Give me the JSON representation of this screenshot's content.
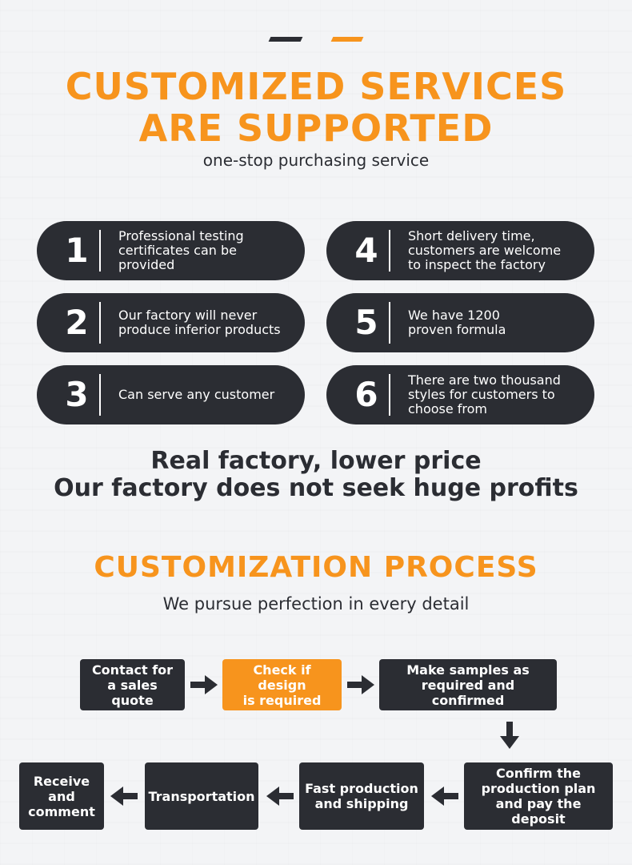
{
  "header": {
    "title_line1": "CUSTOMIZED SERVICES",
    "title_line2": "ARE SUPPORTED",
    "subtitle": "one-stop purchasing service"
  },
  "features": [
    {
      "number": "1",
      "lines": [
        "Professional testing",
        "certificates can be",
        "provided"
      ]
    },
    {
      "number": "2",
      "lines": [
        "Our factory will never",
        "produce inferior products"
      ]
    },
    {
      "number": "3",
      "lines": [
        "Can serve any customer"
      ]
    },
    {
      "number": "4",
      "lines": [
        "Short delivery time,",
        "customers are welcome",
        "to inspect the factory"
      ]
    },
    {
      "number": "5",
      "lines": [
        "We have 1200",
        "proven formula"
      ]
    },
    {
      "number": "6",
      "lines": [
        "There are two thousand",
        "styles for customers to",
        "choose from"
      ]
    }
  ],
  "tagline": {
    "line1": "Real factory, lower price",
    "line2": "Our factory does not seek huge profits"
  },
  "process": {
    "title": "CUSTOMIZATION PROCESS",
    "subtitle": "We pursue perfection in every detail",
    "steps": [
      {
        "lines": [
          "Contact for",
          "a sales quote"
        ]
      },
      {
        "lines": [
          "Check if design",
          "is required"
        ]
      },
      {
        "lines": [
          "Make samples as",
          "required and confirmed"
        ]
      },
      {
        "lines": [
          "Confirm the",
          "production plan",
          "and pay the deposit"
        ]
      },
      {
        "lines": [
          "Fast production",
          "and shipping"
        ]
      },
      {
        "lines": [
          "Transportation"
        ]
      },
      {
        "lines": [
          "Receive",
          "and",
          "comment"
        ]
      }
    ]
  },
  "colors": {
    "accent": "#f7941d",
    "dark": "#2b2d33"
  }
}
